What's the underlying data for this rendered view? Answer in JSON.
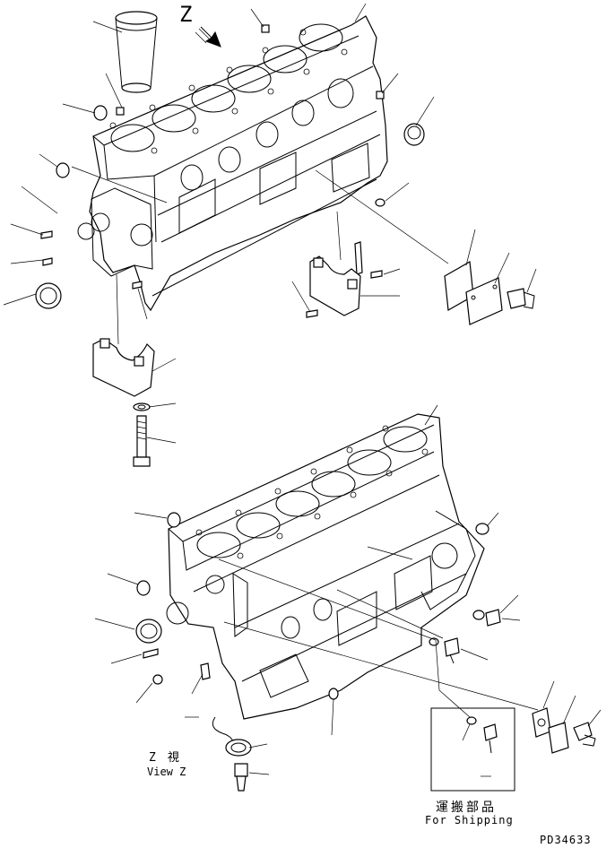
{
  "view_marker": "Z",
  "view_caption_jp": "Z　視",
  "view_caption_en": "View Z",
  "shipping_label_jp": "運搬部品",
  "shipping_label_en": "For Shipping",
  "drawing_number": "PD34633"
}
